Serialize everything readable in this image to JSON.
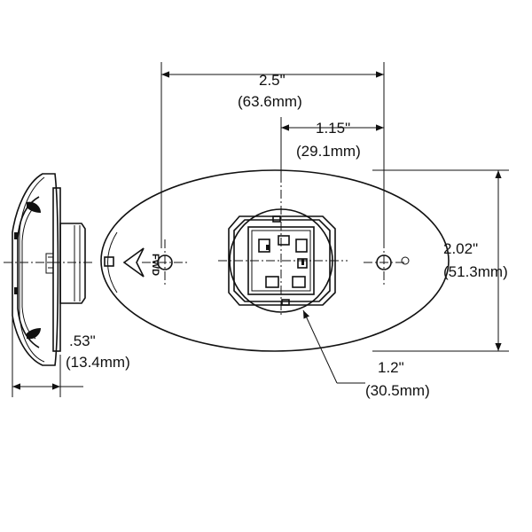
{
  "dimensions": {
    "overall_length": {
      "inches": "2.5\"",
      "mm": "(63.6mm)"
    },
    "hole_offset": {
      "inches": "1.15\"",
      "mm": "(29.1mm)"
    },
    "height": {
      "inches": "2.02\"",
      "mm": "(51.3mm)"
    },
    "depth": {
      "inches": ".53\"",
      "mm": "(13.4mm)"
    },
    "connector_diameter": {
      "inches": "1.2\"",
      "mm": "(30.5mm)"
    }
  },
  "part_marking": "FWD",
  "colors": {
    "line": "#111111",
    "background": "#ffffff"
  }
}
